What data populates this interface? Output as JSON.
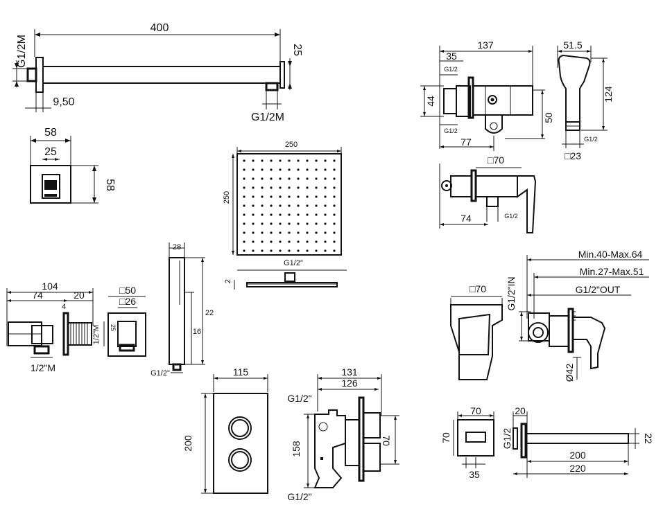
{
  "arm": {
    "length": "400",
    "thread_left": "G1/2M",
    "height": "25",
    "offset": "9,50",
    "thread_bottom": "G1/2M"
  },
  "flange": {
    "width": "58",
    "inner": "25",
    "height": "58"
  },
  "rain_head": {
    "width": "250",
    "depth": "250",
    "thread": "G1/2\"",
    "thickness": "2"
  },
  "hand_shower": {
    "width": "28",
    "length": "22",
    "grip": "16",
    "thread": "G1/2\""
  },
  "outlet_elbow": {
    "length": "104",
    "depth": "74",
    "projection": "20",
    "wall": "4",
    "thread_side": "1/2\"M",
    "thread_bottom": "1/2\"M",
    "plate_outer": "□50",
    "plate_inner": "□26",
    "plate_height": "25"
  },
  "bidet_spray": {
    "length": "137",
    "offset": "35",
    "height": "44",
    "thread_top": "G1/2",
    "thread_bottom": "G1/2",
    "bracket_height": "50",
    "wall_depth": "77"
  },
  "handspray": {
    "width": "51.5",
    "length": "124",
    "thread": "G1/2",
    "base": "□23"
  },
  "valve_small": {
    "plate": "□70",
    "depth": "74",
    "thread": "G1/2"
  },
  "diverter": {
    "max_depth": "Min.40-Max.64",
    "min_depth": "Min.27-Max.51",
    "outlet": "G1/2\"OUT",
    "inlet": "G1/2\"IN",
    "plate": "□70",
    "diameter": "Ø42"
  },
  "thermostat": {
    "width": "115",
    "height": "200",
    "total_depth": "131",
    "depth": "126",
    "thread_top": "G1/2\"",
    "thread_bottom": "G1/2\"",
    "body": "158",
    "cover": "70"
  },
  "spout": {
    "plate_w": "70",
    "plate_h": "70",
    "offset": "35",
    "thick": "20",
    "thread": "G1/2",
    "reach": "200",
    "total": "220",
    "height": "22"
  }
}
